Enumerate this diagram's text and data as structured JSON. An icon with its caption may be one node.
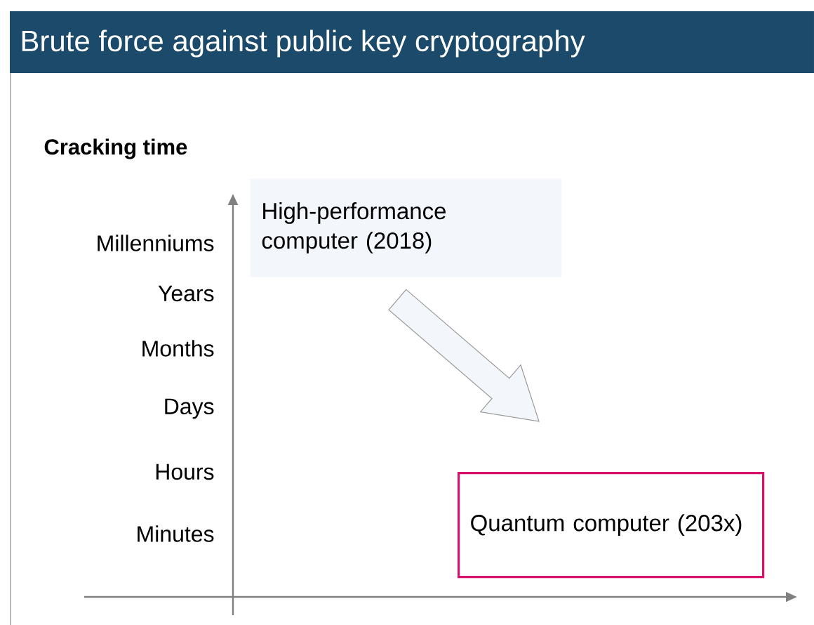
{
  "diagram": {
    "title": "Brute force against public key cryptography",
    "nodes": [
      {
        "text": [
          "High-performance computer (2018)"
        ]
      },
      {
        "text": [
          "Quantum computer (203x)"
        ]
      }
    ],
    "edges": [
      {
        "from": 0,
        "to": 1,
        "arrow": "to"
      }
    ],
    "labels": [
      "Cracking time",
      "Millenniums",
      "Years",
      "Months",
      "Days",
      "Hours",
      "Minutes"
    ]
  }
}
